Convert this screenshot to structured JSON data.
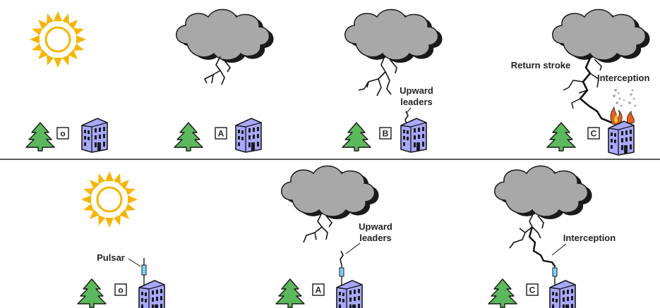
{
  "colors": {
    "cloud_fill": "#a8a8a8",
    "cloud_shadow": "#1a1a1a",
    "sun_fill": "#f7b500",
    "tree_fill": "#5cb85c",
    "building_fill": "#a8a8ff",
    "pulsar_fill": "#7fd3ff",
    "fire": "#e8601c",
    "smoke": "#b0b0b0",
    "divider": "#222222",
    "lightning": "#111111"
  },
  "top_row": {
    "panels": [
      {
        "step_label": "o"
      },
      {
        "step_label": "A"
      },
      {
        "step_label": "B",
        "annotation_line1": "Upward",
        "annotation_line2": "leaders"
      },
      {
        "step_label": "C",
        "return_stroke": "Return stroke",
        "interception": "Interception"
      }
    ]
  },
  "bottom_row": {
    "panels": [
      {
        "step_label": "o",
        "pulsar": "Pulsar"
      },
      {
        "step_label": "A",
        "annotation_line1": "Upward",
        "annotation_line2": "leaders"
      },
      {
        "step_label": "C",
        "interception": "Interception"
      }
    ]
  }
}
